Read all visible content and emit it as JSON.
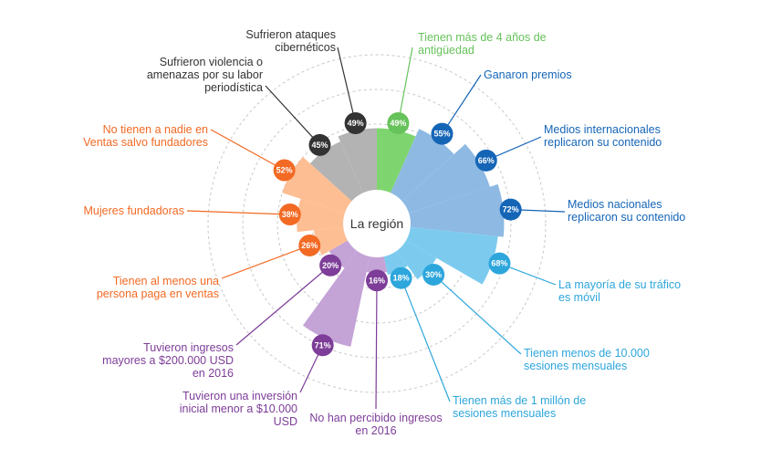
{
  "chart_data": {
    "type": "radial-bar",
    "center_label": "La región",
    "value_range": [
      0,
      100
    ],
    "grid": true,
    "segments": [
      {
        "key": "antiguedad",
        "label": [
          "Tienen más de 4 años de",
          "antigüedad"
        ],
        "value": 49,
        "display": "49%",
        "color": "#7ed56f",
        "group": "green"
      },
      {
        "key": "premios",
        "label": [
          "Ganaron premios"
        ],
        "value": 55,
        "display": "55%",
        "color": "#8db9e3",
        "group": "blue"
      },
      {
        "key": "medios_internacionales",
        "label": [
          "Medios internacionales",
          "replicaron su contenido"
        ],
        "value": 66,
        "display": "66%",
        "color": "#8db9e3",
        "group": "blue"
      },
      {
        "key": "medios_nacionales",
        "label": [
          "Medios nacionales",
          "replicaron su contenido"
        ],
        "value": 72,
        "display": "72%",
        "color": "#8db9e3",
        "group": "blue"
      },
      {
        "key": "trafico_movil",
        "label": [
          "La mayoría de su tráfico",
          "es móvil"
        ],
        "value": 68,
        "display": "68%",
        "color": "#7ccbef",
        "group": "lightblue"
      },
      {
        "key": "menos_10000",
        "label": [
          "Tienen menos de 10.000",
          "sesiones mensuales"
        ],
        "value": 30,
        "display": "30%",
        "color": "#7ccbef",
        "group": "lightblue"
      },
      {
        "key": "mas_1_millon",
        "label": [
          "Tienen más de 1 millón de",
          "sesiones mensuales"
        ],
        "value": 18,
        "display": "18%",
        "color": "#7ccbef",
        "group": "lightblue"
      },
      {
        "key": "sin_ingresos",
        "label": [
          "No han percibido ingresos",
          "en 2016"
        ],
        "value": 16,
        "display": "16%",
        "color": "#c4a3d6",
        "group": "purple"
      },
      {
        "key": "inversion_inicial",
        "label": [
          "Tuvieron una inversión",
          "inicial menor a $10.000",
          "USD"
        ],
        "value": 71,
        "display": "71%",
        "color": "#c4a3d6",
        "group": "purple"
      },
      {
        "key": "ingresos_200000",
        "label": [
          "Tuvieron ingresos",
          "mayores a $200.000 USD",
          "en 2016"
        ],
        "value": 20,
        "display": "20%",
        "color": "#c4a3d6",
        "group": "purple"
      },
      {
        "key": "persona_ventas",
        "label": [
          "Tienen al menos una",
          "persona paga en ventas"
        ],
        "value": 26,
        "display": "26%",
        "color": "#fdbe93",
        "group": "orange"
      },
      {
        "key": "mujeres_fundadoras",
        "label": [
          "Mujeres fundadoras"
        ],
        "value": 38,
        "display": "38%",
        "color": "#fdbe93",
        "group": "orange"
      },
      {
        "key": "nadie_ventas",
        "label": [
          "No tienen a nadie en",
          "Ventas salvo fundadores"
        ],
        "value": 52,
        "display": "52%",
        "color": "#fdbe93",
        "group": "orange"
      },
      {
        "key": "violencia",
        "label": [
          "Sufrieron violencia o",
          "amenazas por su labor",
          "periodística"
        ],
        "value": 45,
        "display": "45%",
        "color": "#b3b3b3",
        "group": "gray"
      },
      {
        "key": "ataques",
        "label": [
          "Sufrieron ataques",
          "cibernéticos"
        ],
        "value": 49,
        "display": "49%",
        "color": "#b3b3b3",
        "group": "gray"
      }
    ]
  },
  "colors": {
    "green": "#66c25a",
    "blue": "#1565b7",
    "lightblue": "#2da6dc",
    "purple": "#7d3d98",
    "orange": "#f26a24",
    "gray": "#333333",
    "grid": "#c8c8c8"
  }
}
